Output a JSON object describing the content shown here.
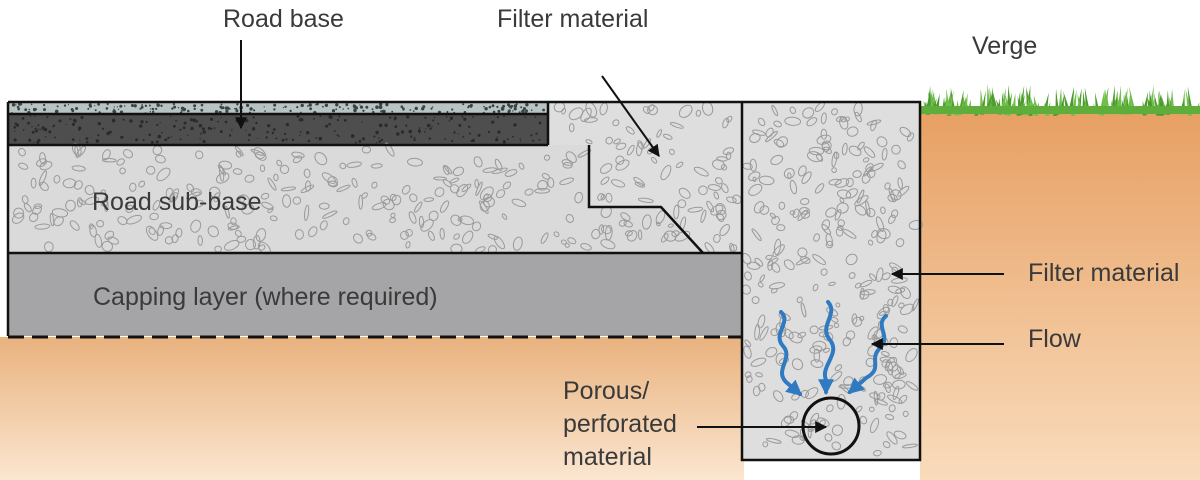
{
  "labels": {
    "road_base": "Road base",
    "filter_material_top": "Filter material",
    "verge": "Verge",
    "road_sub_base": "Road sub-base",
    "capping_layer": "Capping layer (where required)",
    "filter_material_side": "Filter material",
    "flow": "Flow",
    "porous_line1": "Porous/",
    "porous_line2": "perforated",
    "porous_line3": "material"
  },
  "colors": {
    "soil_top": "#e9b27e",
    "soil_bottom": "#fbe6d0",
    "verge_soil_top": "#e79f62",
    "verge_soil_bottom": "#f9dcbc",
    "grass": "#6fc04a",
    "grass_dark": "#4d9a2f",
    "road_surface": "#b9c6c6",
    "road_base": "#4d4d4d",
    "sub_base": "#dcdcdc",
    "capping": "#a4a4a6",
    "outline": "#111111",
    "flow_arrow": "#2f7ac0",
    "pebble": "#9a9a9a"
  }
}
